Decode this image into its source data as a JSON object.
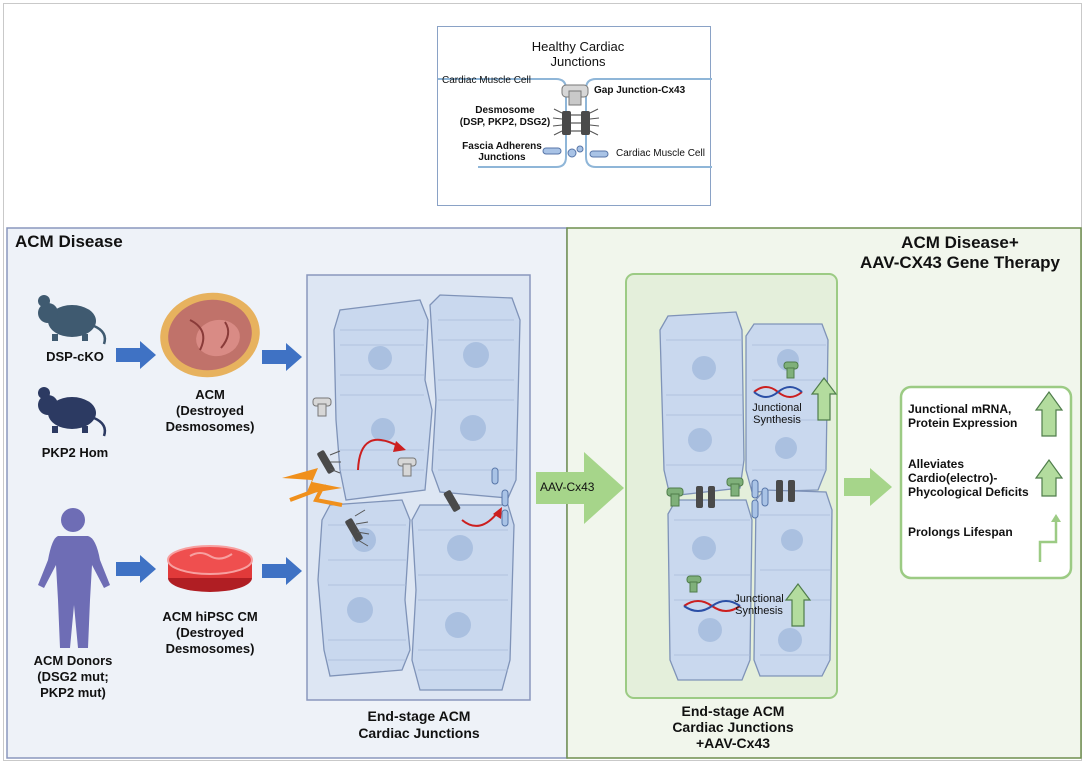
{
  "inset": {
    "title_line1": "Healthy Cardiac",
    "title_line2": "Junctions",
    "cardiac_muscle_cell_left": "Cardiac Muscle Cell",
    "gap_junction": "Gap Junction-Cx43",
    "desmosome_line1": "Desmosome",
    "desmosome_line2": "(DSP, PKP2, DSG2)",
    "fascia_line1": "Fascia Adherens",
    "fascia_line2": "Junctions",
    "cardiac_muscle_cell_right": "Cardiac Muscle Cell"
  },
  "left_panel": {
    "title": "ACM Disease",
    "dsp_ckO": "DSP-cKO",
    "pkp2_hom": "PKP2 Hom",
    "acm_line1": "ACM",
    "acm_line2": "(Destroyed",
    "acm_line3": "Desmosomes)",
    "donors_line1": "ACM Donors",
    "donors_line2": "(DSG2 mut;",
    "donors_line3": "PKP2 mut)",
    "hipsc_line1": "ACM hiPSC CM",
    "hipsc_line2": "(Destroyed",
    "hipsc_line3": "Desmosomes)",
    "caption_line1": "End-stage ACM",
    "caption_line2": "Cardiac Junctions"
  },
  "arrow_label": "AAV-Cx43",
  "right_panel": {
    "title_line1": "ACM Disease+",
    "title_line2": "AAV-CX43 Gene Therapy",
    "synth_top_line1": "Junctional",
    "synth_top_line2": "Synthesis",
    "synth_bottom_line1": "Junctional",
    "synth_bottom_line2": "Synthesis",
    "caption_line1": "End-stage ACM",
    "caption_line2": "Cardiac Junctions",
    "caption_line3": "+AAV-Cx43"
  },
  "outcomes": {
    "item1_line1": "Junctional mRNA,",
    "item1_line2": "Protein Expression",
    "item2_line1": "Alleviates",
    "item2_line2": "Cardio(electro)-",
    "item2_line3": "Phycological Deficits",
    "item3": "Prolongs Lifespan"
  },
  "colors": {
    "left_panel_bg": "#eef2f8",
    "left_panel_border": "#8a97bd",
    "right_panel_bg": "#f1f6ec",
    "right_panel_border": "#6f8f4f",
    "blue_arrow": "#3f72c4",
    "green_arrow": "#a6d58a",
    "cell_fill": "#c9d8ee",
    "cell_stroke": "#7f93b8",
    "mouse": "#3f5a70",
    "mouse_dark": "#2c3a62",
    "human": "#6e6db5",
    "red_arrow": "#cc1f1f",
    "lightning": "#f0901c"
  }
}
